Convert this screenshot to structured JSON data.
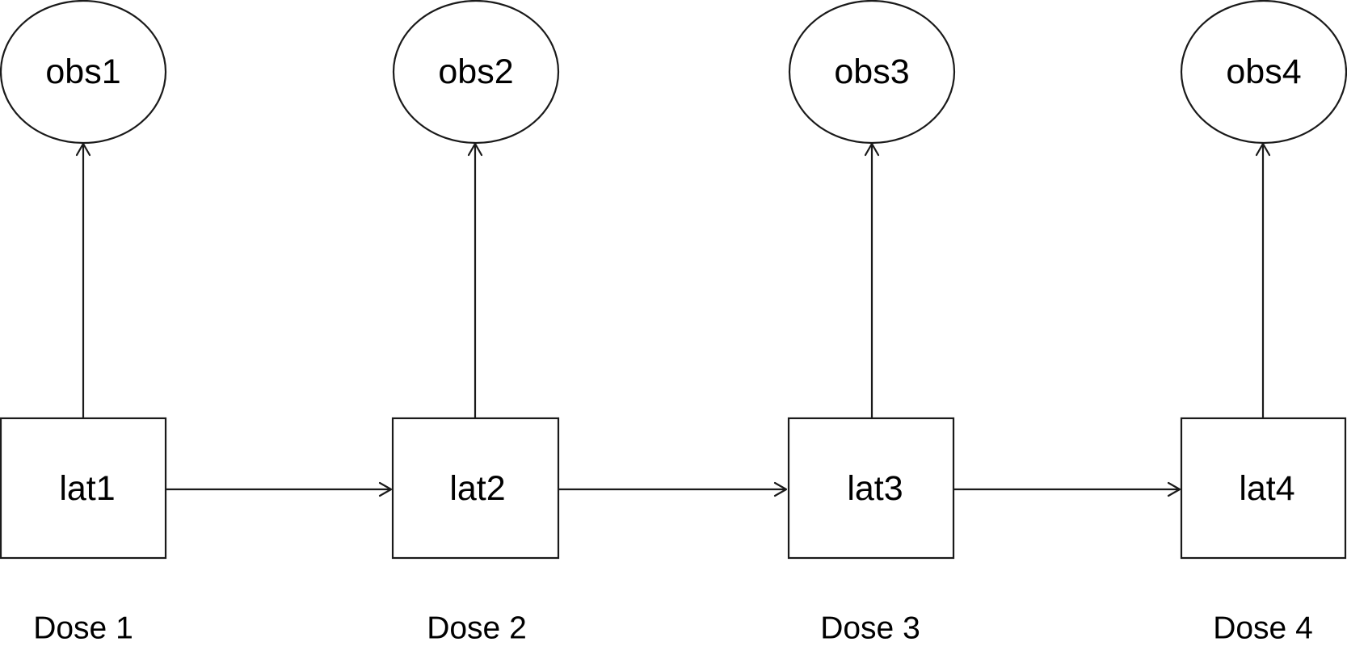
{
  "diagram": {
    "observed": [
      {
        "label": "obs1"
      },
      {
        "label": "obs2"
      },
      {
        "label": "obs3"
      },
      {
        "label": "obs4"
      }
    ],
    "latent": [
      {
        "label": "lat1"
      },
      {
        "label": "lat2"
      },
      {
        "label": "lat3"
      },
      {
        "label": "lat4"
      }
    ],
    "doses": [
      {
        "label": "Dose 1"
      },
      {
        "label": "Dose 2"
      },
      {
        "label": "Dose 3"
      },
      {
        "label": "Dose 4"
      }
    ],
    "colors": {
      "stroke": "#1a1a1a",
      "background": "#ffffff",
      "text": "#000000"
    }
  }
}
